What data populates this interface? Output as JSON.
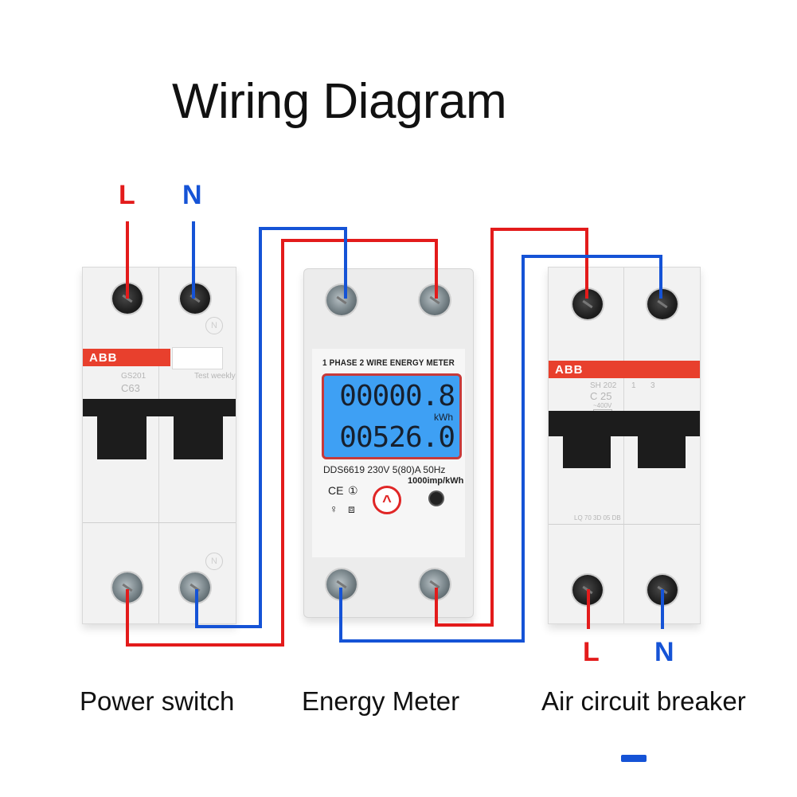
{
  "title": "Wiring Diagram",
  "colors": {
    "live": "#e31b1b",
    "neutral": "#1553d6",
    "abb_band": "#e8402d",
    "lcd_background": "#3ea0f4",
    "text": "#111111"
  },
  "input_labels": {
    "live": "L",
    "neutral": "N"
  },
  "output_labels": {
    "live": "L",
    "neutral": "N"
  },
  "power_switch": {
    "caption": "Power switch",
    "brand": "ABB",
    "model": "GS201",
    "rating": "C63",
    "test_label": "Test weekly",
    "neutral_mark": "N"
  },
  "energy_meter": {
    "caption": "Energy Meter",
    "heading": "1 PHASE 2 WIRE ENERGY METER",
    "display_top": "00000.8",
    "display_unit": "kWh",
    "display_bottom": "00526.0",
    "spec_line": "DDS6619 230V  5(80)A  50Hz",
    "impulse_rate": "1000imp/kWh",
    "cert_mark": "CE",
    "class_mark": "①",
    "pulse_button_icon": "^"
  },
  "air_circuit_breaker": {
    "caption": "Air circuit breaker",
    "brand": "ABB",
    "model": "SH 202",
    "rating": "C 25",
    "voltage": "~400V",
    "breaking_capacity": "6000",
    "pole_marks": [
      "1",
      "3"
    ],
    "date_code": "LQ 70 3D 05 DB"
  }
}
